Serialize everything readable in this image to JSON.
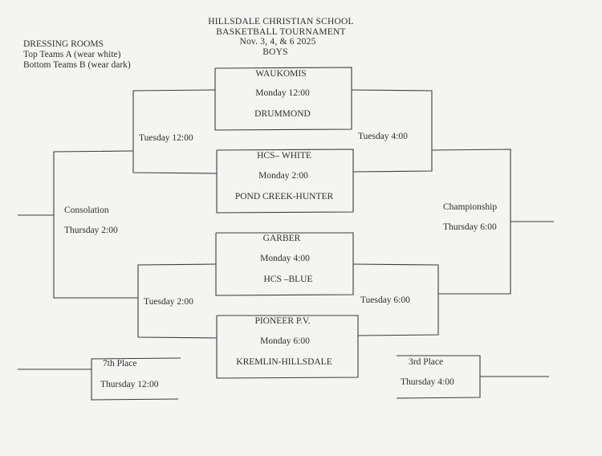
{
  "header": {
    "school": "HILLSDALE CHRISTIAN SCHOOL",
    "event": "BASKETBALL TOURNAMENT",
    "dates": "Nov. 3, 4, & 6  2025",
    "division": "BOYS"
  },
  "dressing_rooms": {
    "title": "DRESSING ROOMS",
    "top": "Top Teams A (wear white)",
    "bottom": "Bottom Teams B (wear dark)"
  },
  "first_round": [
    {
      "team_a": "WAUKOMIS",
      "time": "Monday  12:00",
      "team_b": "DRUMMOND"
    },
    {
      "team_a": "HCS– WHITE",
      "time": "Monday  2:00",
      "team_b": "POND CREEK-HUNTER"
    },
    {
      "team_a": "GARBER",
      "time": "Monday  4:00",
      "team_b": "HCS –BLUE"
    },
    {
      "team_a": "PIONEER P.V.",
      "time": "Monday  6:00",
      "team_b": "KREMLIN-HILLSDALE"
    }
  ],
  "semifinals": {
    "consolation_top": "Tuesday  12:00",
    "winners_top": "Tuesday  4:00",
    "consolation_bottom": "Tuesday  2:00",
    "winners_bottom": "Tuesday  6:00"
  },
  "finals": {
    "consolation_label": "Consolation",
    "consolation_time": "Thursday  2:00",
    "championship_label": "Championship",
    "championship_time": "Thursday  6:00",
    "seventh_label": "7th Place",
    "seventh_time": "Thursday  12:00",
    "third_label": "3rd Place",
    "third_time": "Thursday  4:00"
  }
}
